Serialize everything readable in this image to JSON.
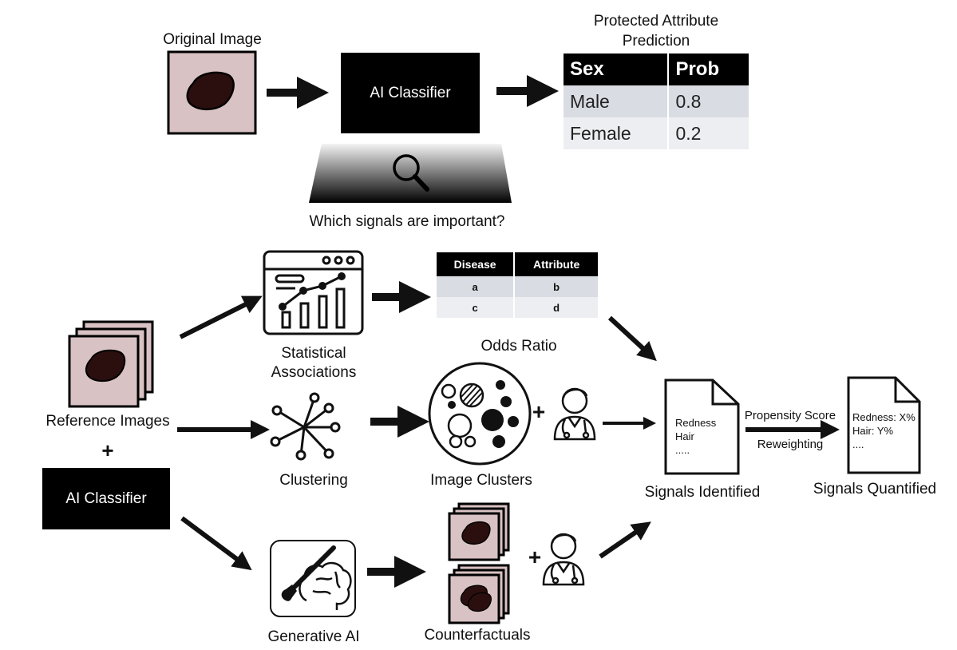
{
  "top": {
    "original_image_label": "Original Image",
    "classifier_label": "AI Classifier",
    "prediction_title_line1": "Protected Attribute",
    "prediction_title_line2": "Prediction",
    "question_label": "Which signals are important?",
    "prediction_table": {
      "headers": [
        "Sex",
        "Prob"
      ],
      "rows": [
        [
          "Male",
          "0.8"
        ],
        [
          "Female",
          "0.2"
        ]
      ]
    }
  },
  "left": {
    "reference_images_label": "Reference Images",
    "plus": "+",
    "classifier_label": "AI Classifier"
  },
  "methods": {
    "statistical_line1": "Statistical",
    "statistical_line2": "Associations",
    "clustering": "Clustering",
    "generative": "Generative AI"
  },
  "outputs": {
    "odds_ratio": "Odds Ratio",
    "image_clusters": "Image Clusters",
    "counterfactuals": "Counterfactuals",
    "plus": "+",
    "odds_table": {
      "headers": [
        "Disease",
        "Attribute"
      ],
      "rows": [
        [
          "a",
          "b"
        ],
        [
          "c",
          "d"
        ]
      ]
    }
  },
  "signals": {
    "identified_label": "Signals Identified",
    "identified_lines": [
      "Redness",
      "Hair",
      "....."
    ],
    "quantified_label": "Signals Quantified",
    "quantified_lines": [
      "Redness: X%",
      "Hair: Y%",
      "...."
    ],
    "arrow_top": "Propensity Score",
    "arrow_bottom": "Reweighting"
  },
  "colors": {
    "image_bg": "#d9c2c3",
    "lesion": "#2a0f0e",
    "table_row1": "#d9dde3",
    "table_row2": "#eceef1"
  }
}
